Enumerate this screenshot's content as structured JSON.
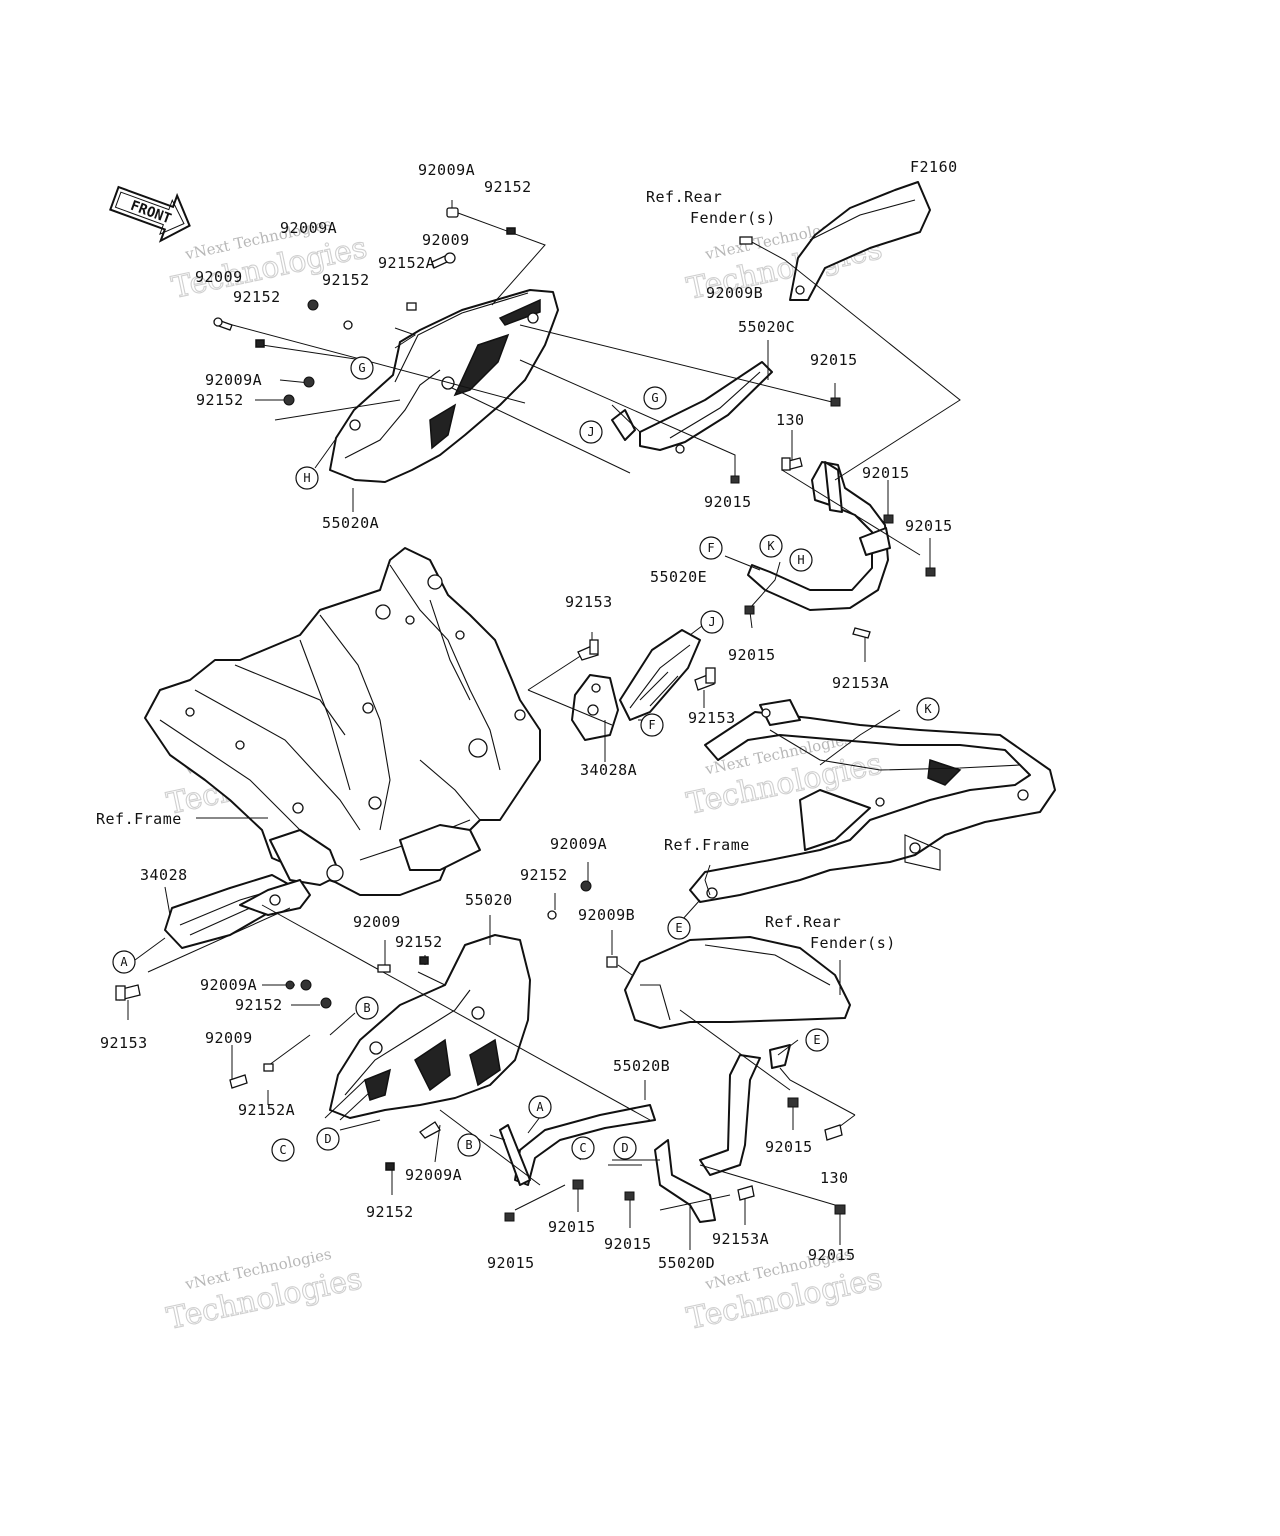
{
  "figure_code": "F2160",
  "front_arrow": "FRONT",
  "watermark": {
    "line1": "vNext Technologies",
    "line2": "Technologies"
  },
  "part_labels": [
    "92009A",
    "92152",
    "92009",
    "92009A",
    "92152A",
    "92152",
    "92009",
    "92152",
    "92009A",
    "92152",
    "55020A",
    "Ref.Rear",
    "Fender(s)",
    "92009B",
    "55020C",
    "92015",
    "130",
    "92015",
    "92015",
    "92015",
    "55020E",
    "92015",
    "92153A",
    "92153",
    "92153",
    "34028A",
    "Ref.Frame",
    "Ref.Frame",
    "34028",
    "92153",
    "92009A",
    "92152",
    "55020",
    "92009B",
    "92009",
    "92152",
    "Ref.Rear",
    "Fender(s)",
    "92009A",
    "92152",
    "92009",
    "92152A",
    "55020B",
    "92015",
    "130",
    "92009A",
    "92152",
    "92015",
    "92015",
    "92015",
    "92153A",
    "92015",
    "55020D"
  ],
  "callouts": [
    "G",
    "H",
    "G",
    "J",
    "K",
    "F",
    "H",
    "J",
    "F",
    "K",
    "A",
    "B",
    "C",
    "D",
    "E",
    "E",
    "A",
    "B",
    "C",
    "D"
  ]
}
